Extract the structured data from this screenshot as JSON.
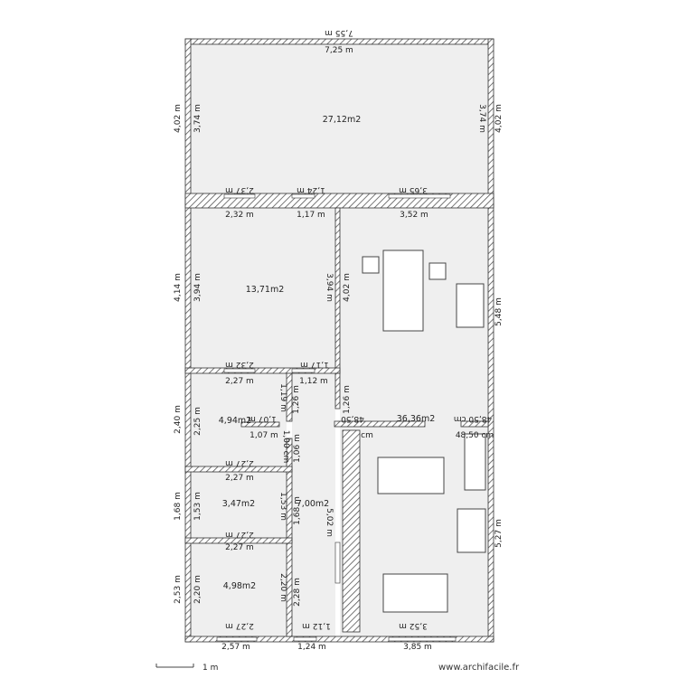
{
  "plan": {
    "rooms": [
      {
        "id": "top-room",
        "area": "27,12m2"
      },
      {
        "id": "left-room",
        "area": "13,71m2"
      },
      {
        "id": "main-room",
        "area": "36,36m2"
      },
      {
        "id": "small-room-1",
        "area": "4,94m2"
      },
      {
        "id": "small-room-2",
        "area": "3,47m2"
      },
      {
        "id": "corridor",
        "area": "7,00m2"
      },
      {
        "id": "small-room-3",
        "area": "4,98m2"
      }
    ],
    "dimensions": {
      "top_outer": "7,55 m",
      "top_inner": "7,25 m",
      "top_left_outer": "4,02 m",
      "top_left_inner": "3,74 m",
      "top_right_inner": "3,74 m",
      "top_right_outer": "4,02 m",
      "top_wall_a_flipped": "2,37 m",
      "top_wall_b_flipped": "1,24 m",
      "top_wall_c_flipped": "3,65 m",
      "mid_a": "2,32 m",
      "mid_b": "1,17 m",
      "mid_c": "3,52 m",
      "left_outer_2": "4,14 m",
      "left_room_left": "3,94 m",
      "left_room_right": "3,94 m",
      "main_left": "4,02 m",
      "main_right_outer": "5,48 m",
      "left_room_bottom_flipped": "2,32 m",
      "left_room_bottom_b_flipped": "1,17 m",
      "small1_top": "2,27 m",
      "corr_top": "1,12 m",
      "corr_left": "1,19 m",
      "corr_right": "1,26 m",
      "main_left_lower": "1,26 m",
      "opening_left": "48,50",
      "opening_right_top": "48,50 cm",
      "opening_right_bottom": "48,50 cm",
      "cm_unit": "cm",
      "door_width": "1,07 m",
      "door_width_flipped": "1,07 m",
      "corr_opening": "1,00 cm",
      "corr_small": "1,06 m",
      "left_outer_3": "2,40 m",
      "small1_left": "2,25 m",
      "small1_bottom_flipped": "2,27 m",
      "small2_top": "2,27 m",
      "left_outer_4": "1,68 m",
      "small2_left": "1,53 m",
      "small2_right": "1,53 m",
      "corr_left_2": "1,68 m",
      "small2_bottom_flipped": "2,27 m",
      "corr_right_2": "5,02 m",
      "main_right_outer_2": "5,27 m",
      "small3_top": "2,27 m",
      "left_outer_5": "2,53 m",
      "small3_left": "2,20 m",
      "small3_right": "2,20 m",
      "corr_left_3": "2,28 m",
      "small3_bottom_flipped": "2,27 m",
      "corr_bottom_flipped": "1,12 m",
      "main_bottom_flipped": "3,52 m",
      "bottom_a": "2,57 m",
      "bottom_b": "1,24 m",
      "bottom_c": "3,85 m"
    },
    "scale_label": "1 m",
    "brand": "www.archifacile.fr"
  }
}
